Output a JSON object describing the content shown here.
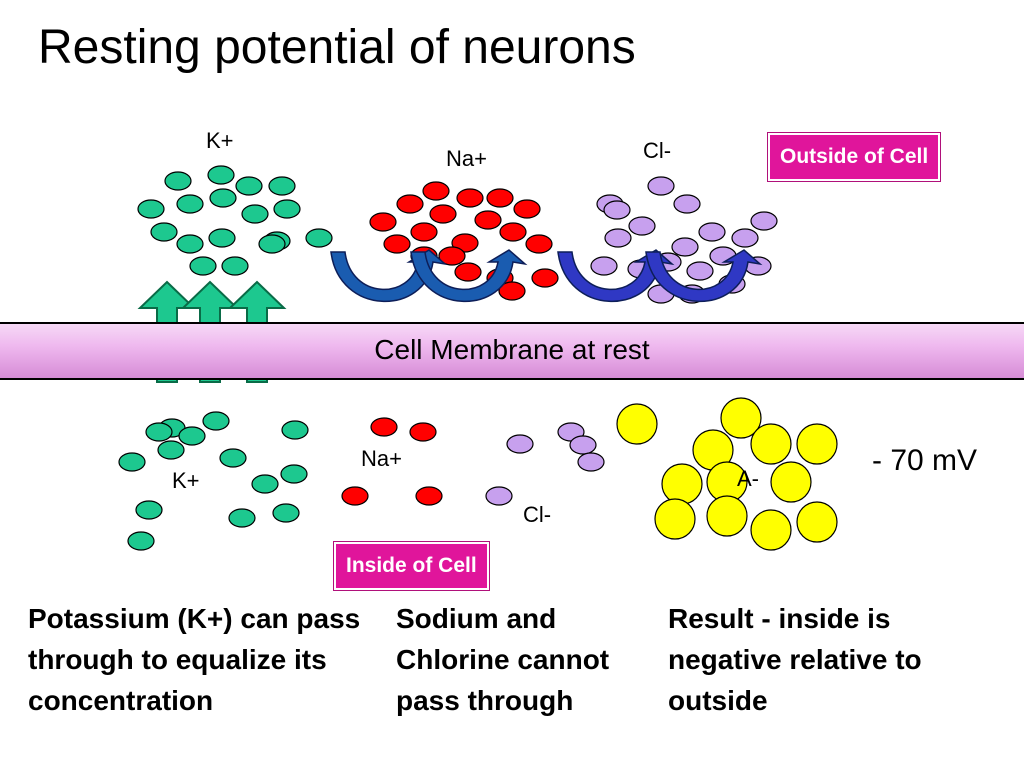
{
  "title": "Resting potential of neurons",
  "labels": {
    "outside": "Outside of Cell",
    "inside": "Inside of Cell",
    "membrane": "Cell Membrane at rest",
    "k_out": "K+",
    "na_out": "Na+",
    "cl_out": "Cl-",
    "k_in": "K+",
    "na_in": "Na+",
    "cl_in": "Cl-",
    "anion": "A-",
    "voltage": "- 70 mV"
  },
  "notes": {
    "potassium": "Potassium (K+) can pass through to equalize its concentration",
    "sodium_chlorine": "Sodium and Chlorine cannot pass through",
    "result": "Result - inside is negative relative to outside"
  },
  "colors": {
    "potassium": "#1dc88f",
    "sodium": "#ff0000",
    "chloride": "#c7a0ee",
    "anion": "#ffff00",
    "membrane": "#efb9ef",
    "tag": "#e0159b",
    "green_arrow": "#1dc88f",
    "na_bounce_arrow": "#1a5cb0",
    "cl_bounce_arrow": "#2f38c4"
  },
  "icons": {
    "k_passage": "up-arrow-icon",
    "na_blocked": "u-turn-arrow-icon",
    "cl_blocked": "u-turn-arrow-icon"
  }
}
